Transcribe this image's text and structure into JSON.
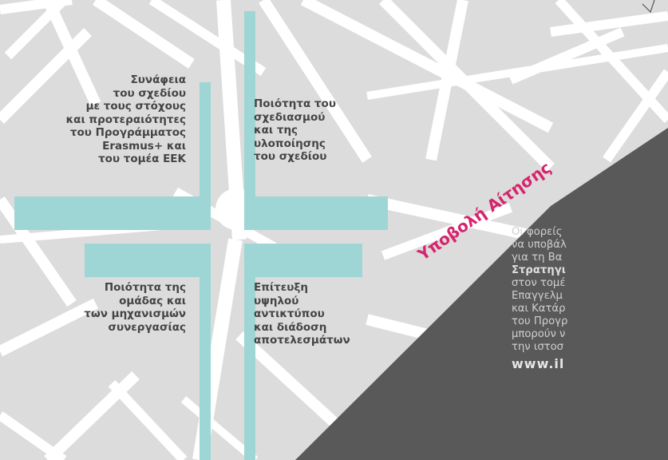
{
  "quadrants": {
    "top_left": [
      "Συνάφεια",
      "του σχεδίου",
      "με τους στόχους",
      "και προτεραιότητες",
      "του Προγράμματος",
      "Erasmus+ και",
      "του τομέα ΕΕΚ"
    ],
    "top_right": [
      "Ποιότητα του",
      "σχεδιασμού",
      "και της",
      "υλοποίησης",
      "του σχεδίου"
    ],
    "bottom_left": [
      "Ποιότητα της",
      "ομάδας και",
      "των μηχανισμών",
      "συνεργασίας"
    ],
    "bottom_right": [
      "Επίτευξη",
      "υψηλού",
      "αντικτύπου",
      "και διάδοση",
      "αποτελεσμάτων"
    ]
  },
  "submission_title": "Υποβολή Αίτησης",
  "side_text": [
    "Οι φορείς",
    "να υποβάλ",
    "για τη Βα",
    "Στρατηγι",
    "στον τομέ",
    "Επαγγελμ",
    "και Κατάρ",
    "του Προγρ",
    "μπορούν ν",
    "την ιστοσ"
  ],
  "website": "www.il",
  "colors": {
    "background": "#dcdcdc",
    "roads": "#ffffff",
    "cross": "#9ed6d6",
    "dark_panel": "#595959",
    "title_accent": "#d6246d",
    "quadrant_text": "#444444"
  }
}
